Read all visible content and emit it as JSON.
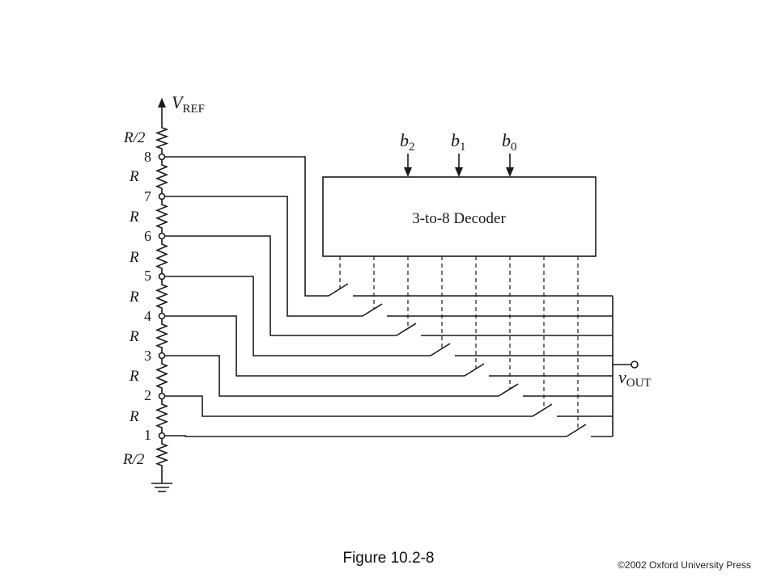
{
  "figure": {
    "caption": "Figure 10.2-8",
    "copyright": "©2002 Oxford University Press"
  },
  "circuit": {
    "vref_symbol": "V",
    "vref_sub": "REF",
    "vout_symbol": "v",
    "vout_sub": "OUT",
    "decoder_label": "3-to-8 Decoder",
    "decoder_inputs": [
      {
        "symbol": "b",
        "sub": "2"
      },
      {
        "symbol": "b",
        "sub": "1"
      },
      {
        "symbol": "b",
        "sub": "0"
      }
    ],
    "resistor_labels": [
      "R/2",
      "R",
      "R",
      "R",
      "R",
      "R",
      "R",
      "R",
      "R/2"
    ],
    "node_labels": [
      "8",
      "7",
      "6",
      "5",
      "4",
      "3",
      "2",
      "1"
    ]
  }
}
